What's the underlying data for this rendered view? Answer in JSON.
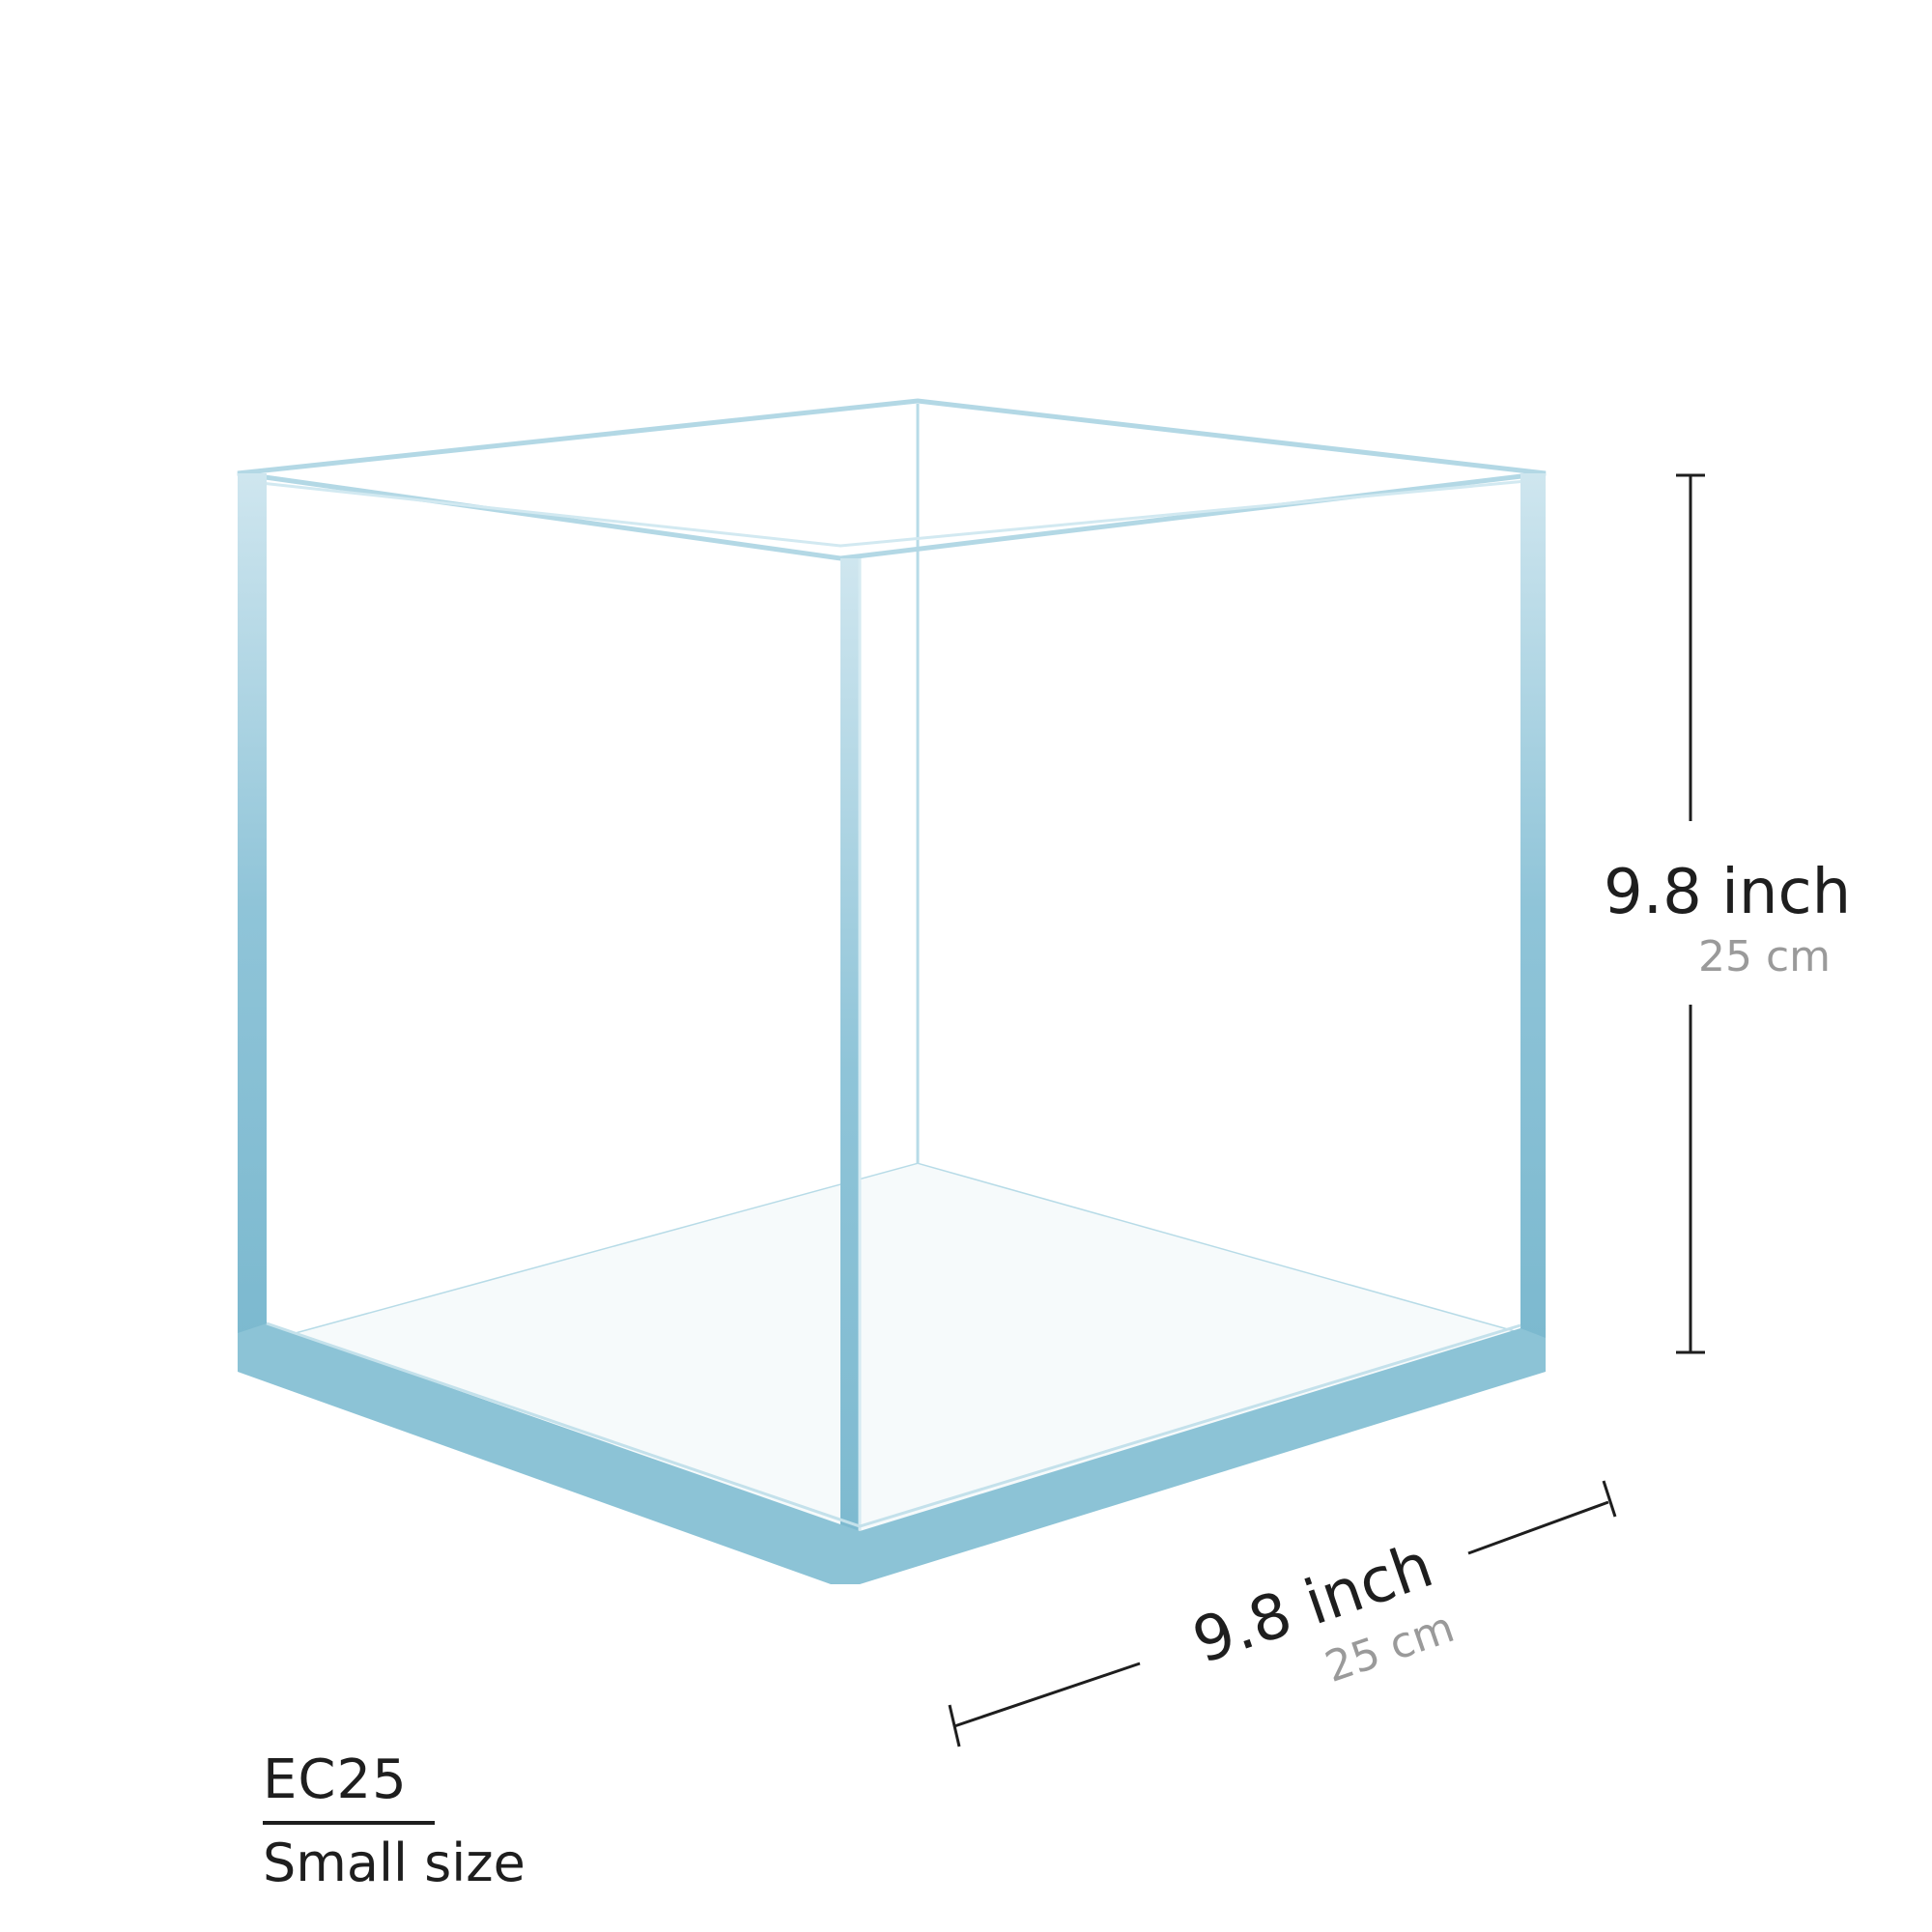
{
  "product": {
    "model": "EC25",
    "size_label": "Small size"
  },
  "dimensions": {
    "height": {
      "inch": "9.8 inch",
      "cm": "25 cm"
    },
    "width": {
      "inch": "9.8 inch",
      "cm": "25 cm"
    }
  },
  "colors": {
    "glass_edge": "#8cc3d6",
    "glass_edge_dark": "#6fb0c8",
    "line": "#1e1e1e",
    "sub_text": "#9a9a9a"
  }
}
